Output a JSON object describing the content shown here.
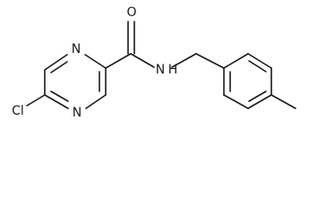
{
  "molecule": {
    "atoms": {
      "cl": "Cl",
      "n_top": "N",
      "n_bottom": "N",
      "o": "O",
      "nh": "N",
      "h": "H"
    }
  }
}
